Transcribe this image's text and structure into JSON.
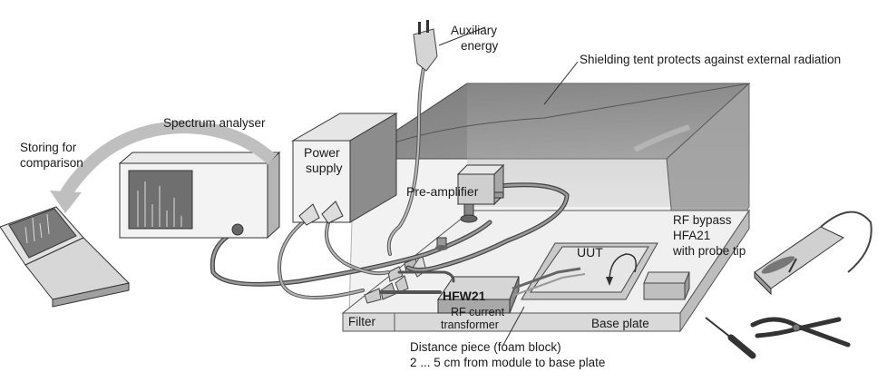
{
  "labels": {
    "auxiliary_energy_1": "Auxiliary",
    "auxiliary_energy_2": "energy",
    "shielding_tent": "Shielding tent protects against external radiation",
    "spectrum_analyser": "Spectrum analyser",
    "storing_1": "Storing for",
    "storing_2": "comparison",
    "power_supply_1": "Power",
    "power_supply_2": "supply",
    "pre_amplifier": "Pre-amplifier",
    "uut": "UUT",
    "rf_bypass_1": "RF bypass",
    "rf_bypass_2": "HFA21",
    "rf_bypass_3": "with probe tip",
    "hfw21": "HFW21",
    "rf_current_1": "RF current",
    "rf_current_2": "transformer",
    "filter": "Filter",
    "base_plate": "Base plate",
    "distance_piece_1": "Distance piece (foam block)",
    "distance_piece_2": "2 ... 5 cm from module to base plate"
  }
}
